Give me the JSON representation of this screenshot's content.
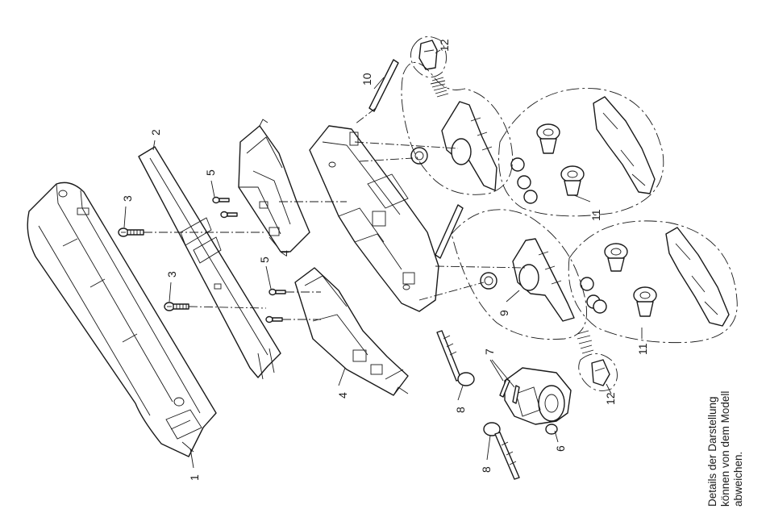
{
  "callouts": {
    "c1": "1",
    "c2": "2",
    "c3a": "3",
    "c3b": "3",
    "c4a": "4",
    "c4b": "4",
    "c5a": "5",
    "c5b": "5",
    "c6": "6",
    "c7": "7",
    "c8a": "8",
    "c8b": "8",
    "c9": "9",
    "c10": "10",
    "c11a": "11",
    "c11b": "11",
    "c12a": "12",
    "c12b": "12"
  },
  "note": {
    "line1": "Details der Darstellung",
    "line2": "können von dem Modell",
    "line3": "abweichen."
  }
}
